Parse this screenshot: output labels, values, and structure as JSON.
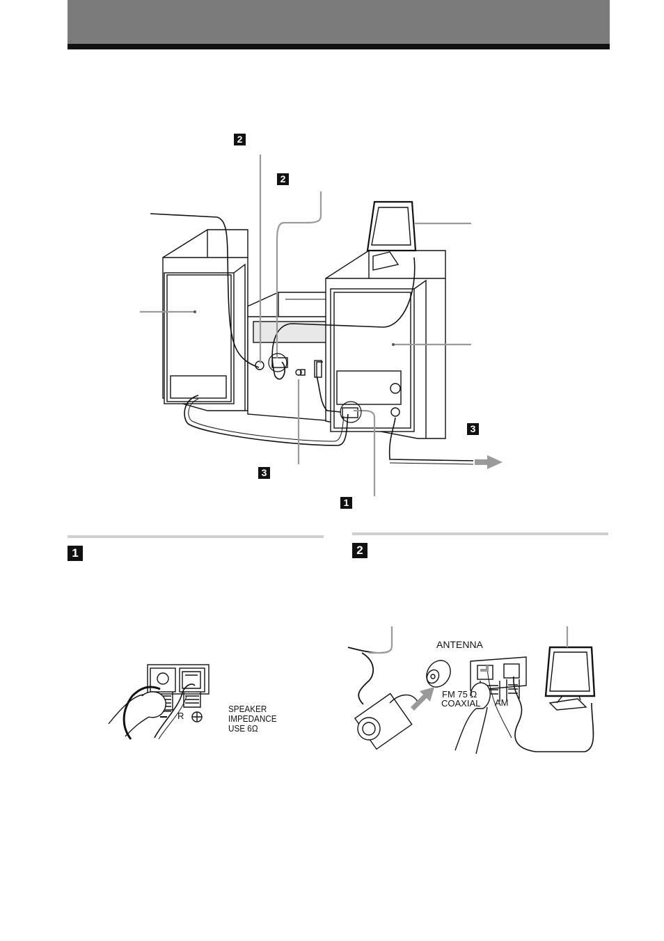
{
  "step_badges": {
    "top_a": "2",
    "top_b": "2",
    "right": "3",
    "bottom_left": "3",
    "bottom_mid": "1",
    "section_1": "1",
    "section_2": "2"
  },
  "speaker_terminal": {
    "r_label": "R",
    "plus_symbol": "⊕",
    "note_line1": "SPEAKER",
    "note_line2": "IMPEDANCE",
    "note_line3": "USE 6Ω"
  },
  "antenna_terminal": {
    "title": "ANTENNA",
    "fm_line1": "FM 75 Ω",
    "fm_line2": "COAXIAL",
    "am": "AM"
  }
}
